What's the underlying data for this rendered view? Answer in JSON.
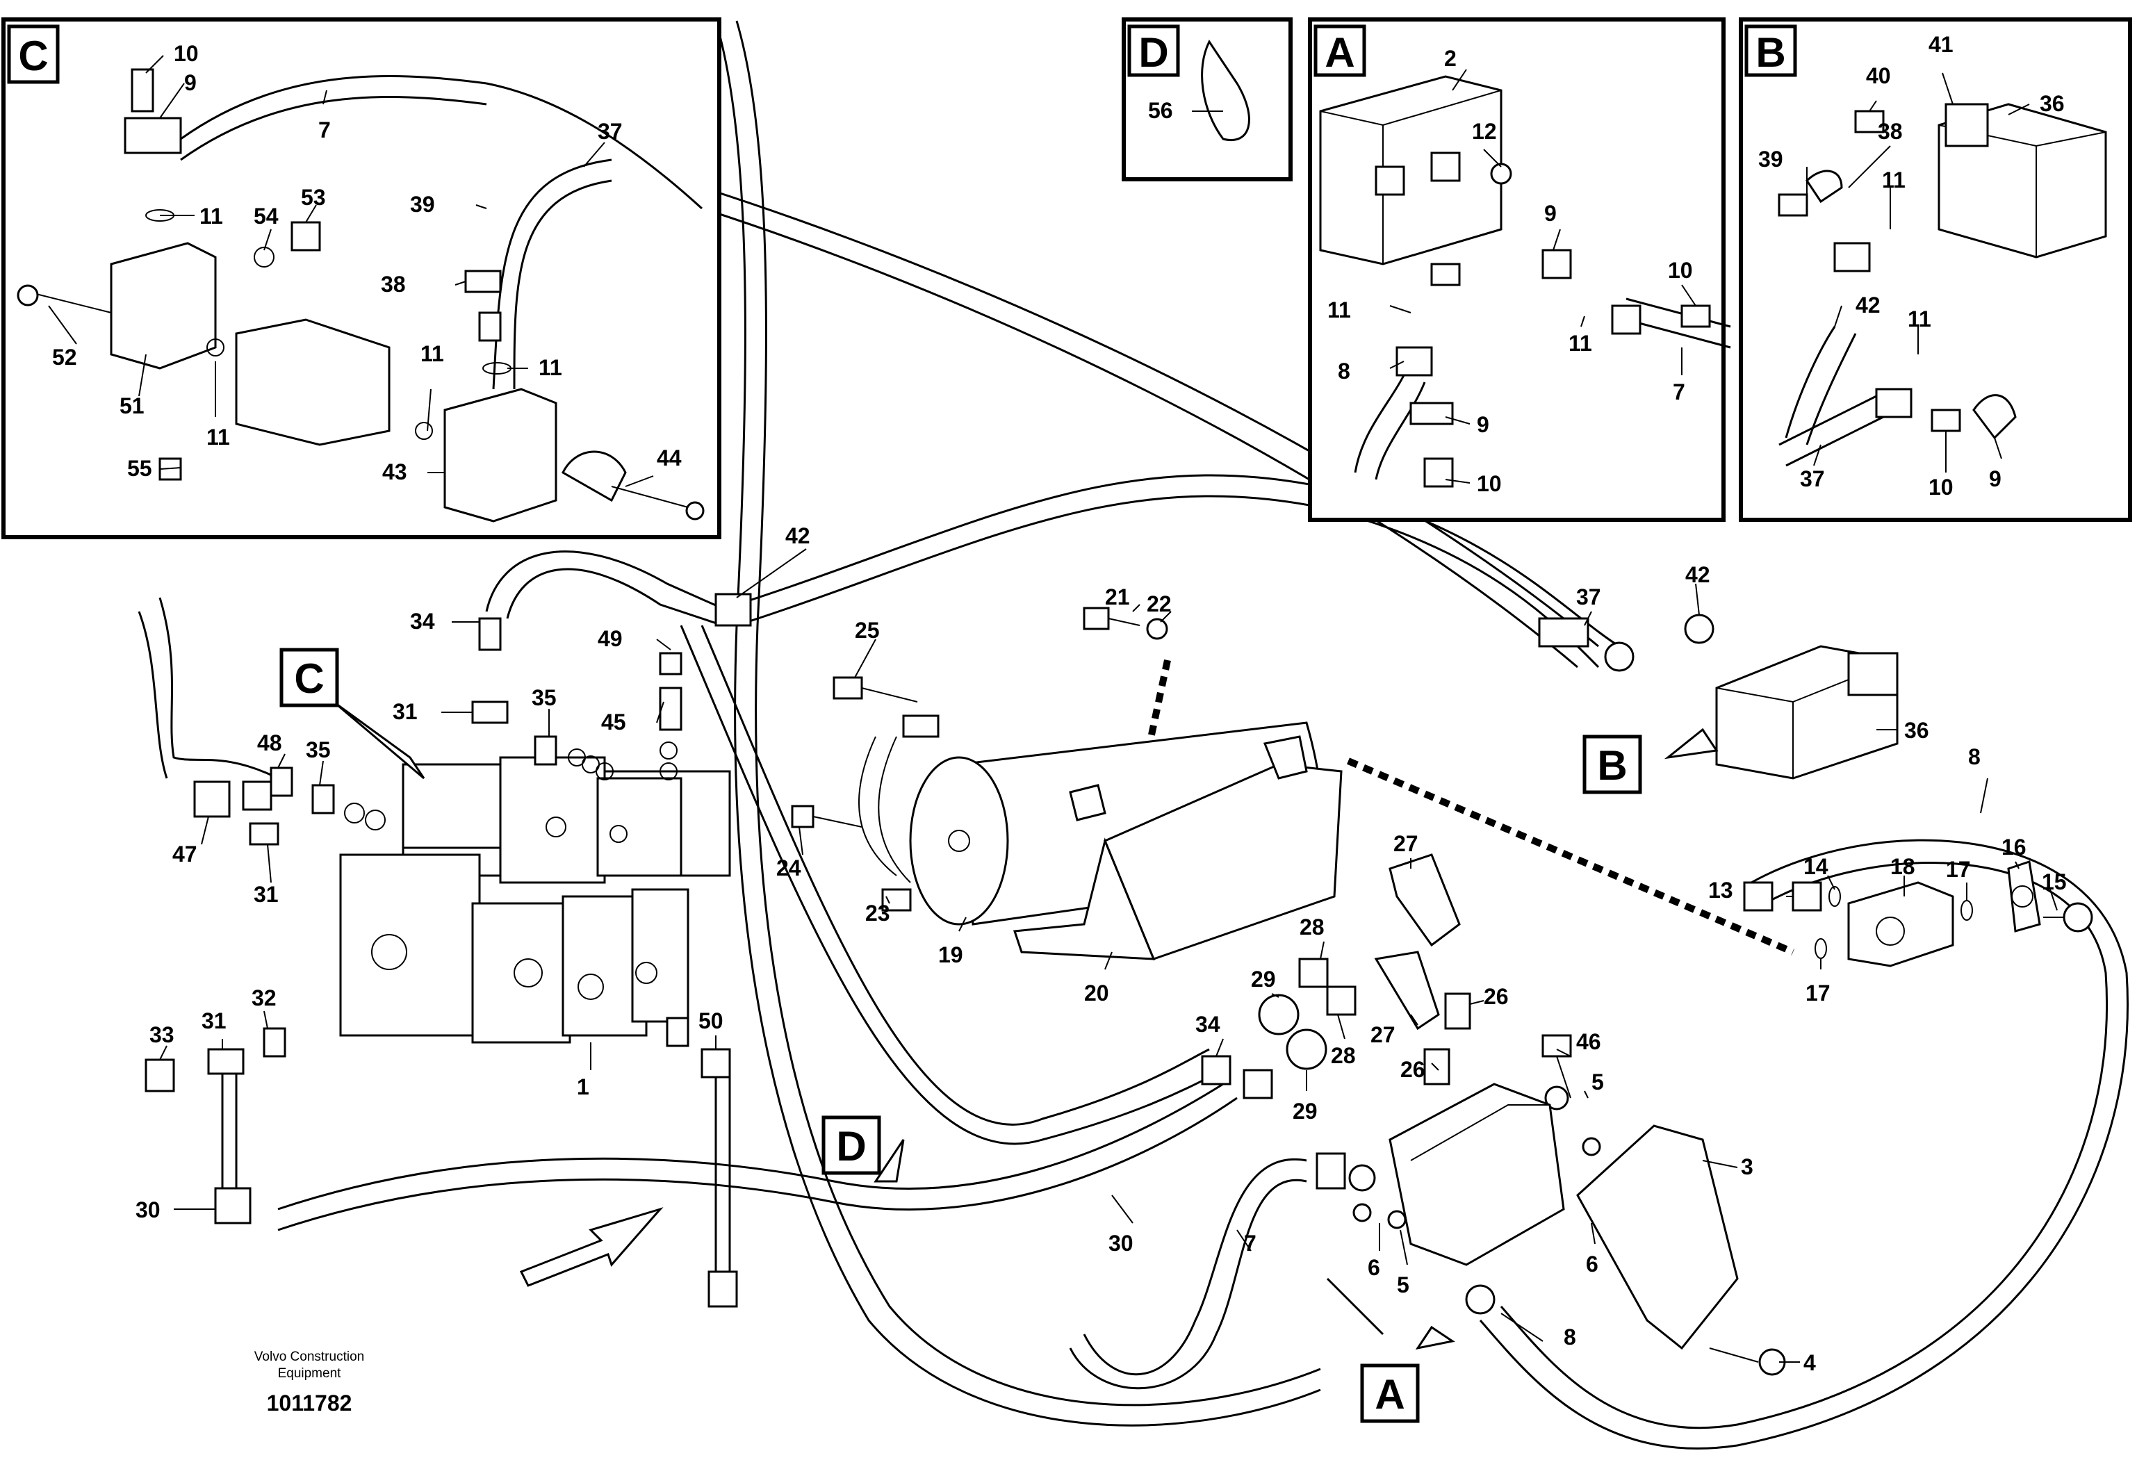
{
  "frames": {
    "C": "C",
    "D": "D",
    "A": "A",
    "B": "B"
  },
  "main_callouts": {
    "C": "C",
    "B": "B",
    "D": "D",
    "A": "A"
  },
  "labels": {
    "C_10": "10",
    "C_9": "9",
    "C_7": "7",
    "C_11a": "11",
    "C_54": "54",
    "C_53": "53",
    "C_52": "52",
    "C_51": "51",
    "C_11b": "11",
    "C_55": "55",
    "C_37": "37",
    "C_39": "39",
    "C_38": "38",
    "C_11c": "11",
    "C_11d": "11",
    "C_43": "43",
    "C_44": "44",
    "D_56": "56",
    "A_2": "2",
    "A_12": "12",
    "A_9a": "9",
    "A_10a": "10",
    "A_11a": "11",
    "A_11b": "11",
    "A_8": "8",
    "A_7": "7",
    "A_9b": "9",
    "A_10b": "10",
    "B_41": "41",
    "B_40": "40",
    "B_36": "36",
    "B_39": "39",
    "B_38": "38",
    "B_11a": "11",
    "B_42": "42",
    "B_11b": "11",
    "B_37": "37",
    "B_10": "10",
    "B_9": "9",
    "M_42a": "42",
    "M_34a": "34",
    "M_49": "49",
    "M_31a": "31",
    "M_35a": "35",
    "M_45": "45",
    "M_48": "48",
    "M_35b": "35",
    "M_47": "47",
    "M_31b": "31",
    "M_21": "21",
    "M_22": "22",
    "M_25": "25",
    "M_24": "24",
    "M_23": "23",
    "M_19": "19",
    "M_20": "20",
    "M_37": "37",
    "M_42b": "42",
    "M_36": "36",
    "M_8a": "8",
    "M_14": "14",
    "M_18": "18",
    "M_16": "16",
    "M_13": "13",
    "M_17a": "17",
    "M_15": "15",
    "M_17b": "17",
    "M_27a": "27",
    "M_28a": "28",
    "M_29a": "29",
    "M_26a": "26",
    "M_34b": "34",
    "M_27b": "27",
    "M_28b": "28",
    "M_26b": "26",
    "M_29b": "29",
    "M_46": "46",
    "M_5a": "5",
    "M_3": "3",
    "M_6a": "6",
    "M_6b": "6",
    "M_5b": "5",
    "M_4": "4",
    "M_8b": "8",
    "M_32": "32",
    "M_33": "33",
    "M_31c": "31",
    "M_1": "1",
    "M_50": "50",
    "M_30a": "30",
    "M_30b": "30",
    "M_7": "7"
  },
  "caption": {
    "line1": "Volvo Construction",
    "line2": "Equipment",
    "number": "1011782"
  }
}
